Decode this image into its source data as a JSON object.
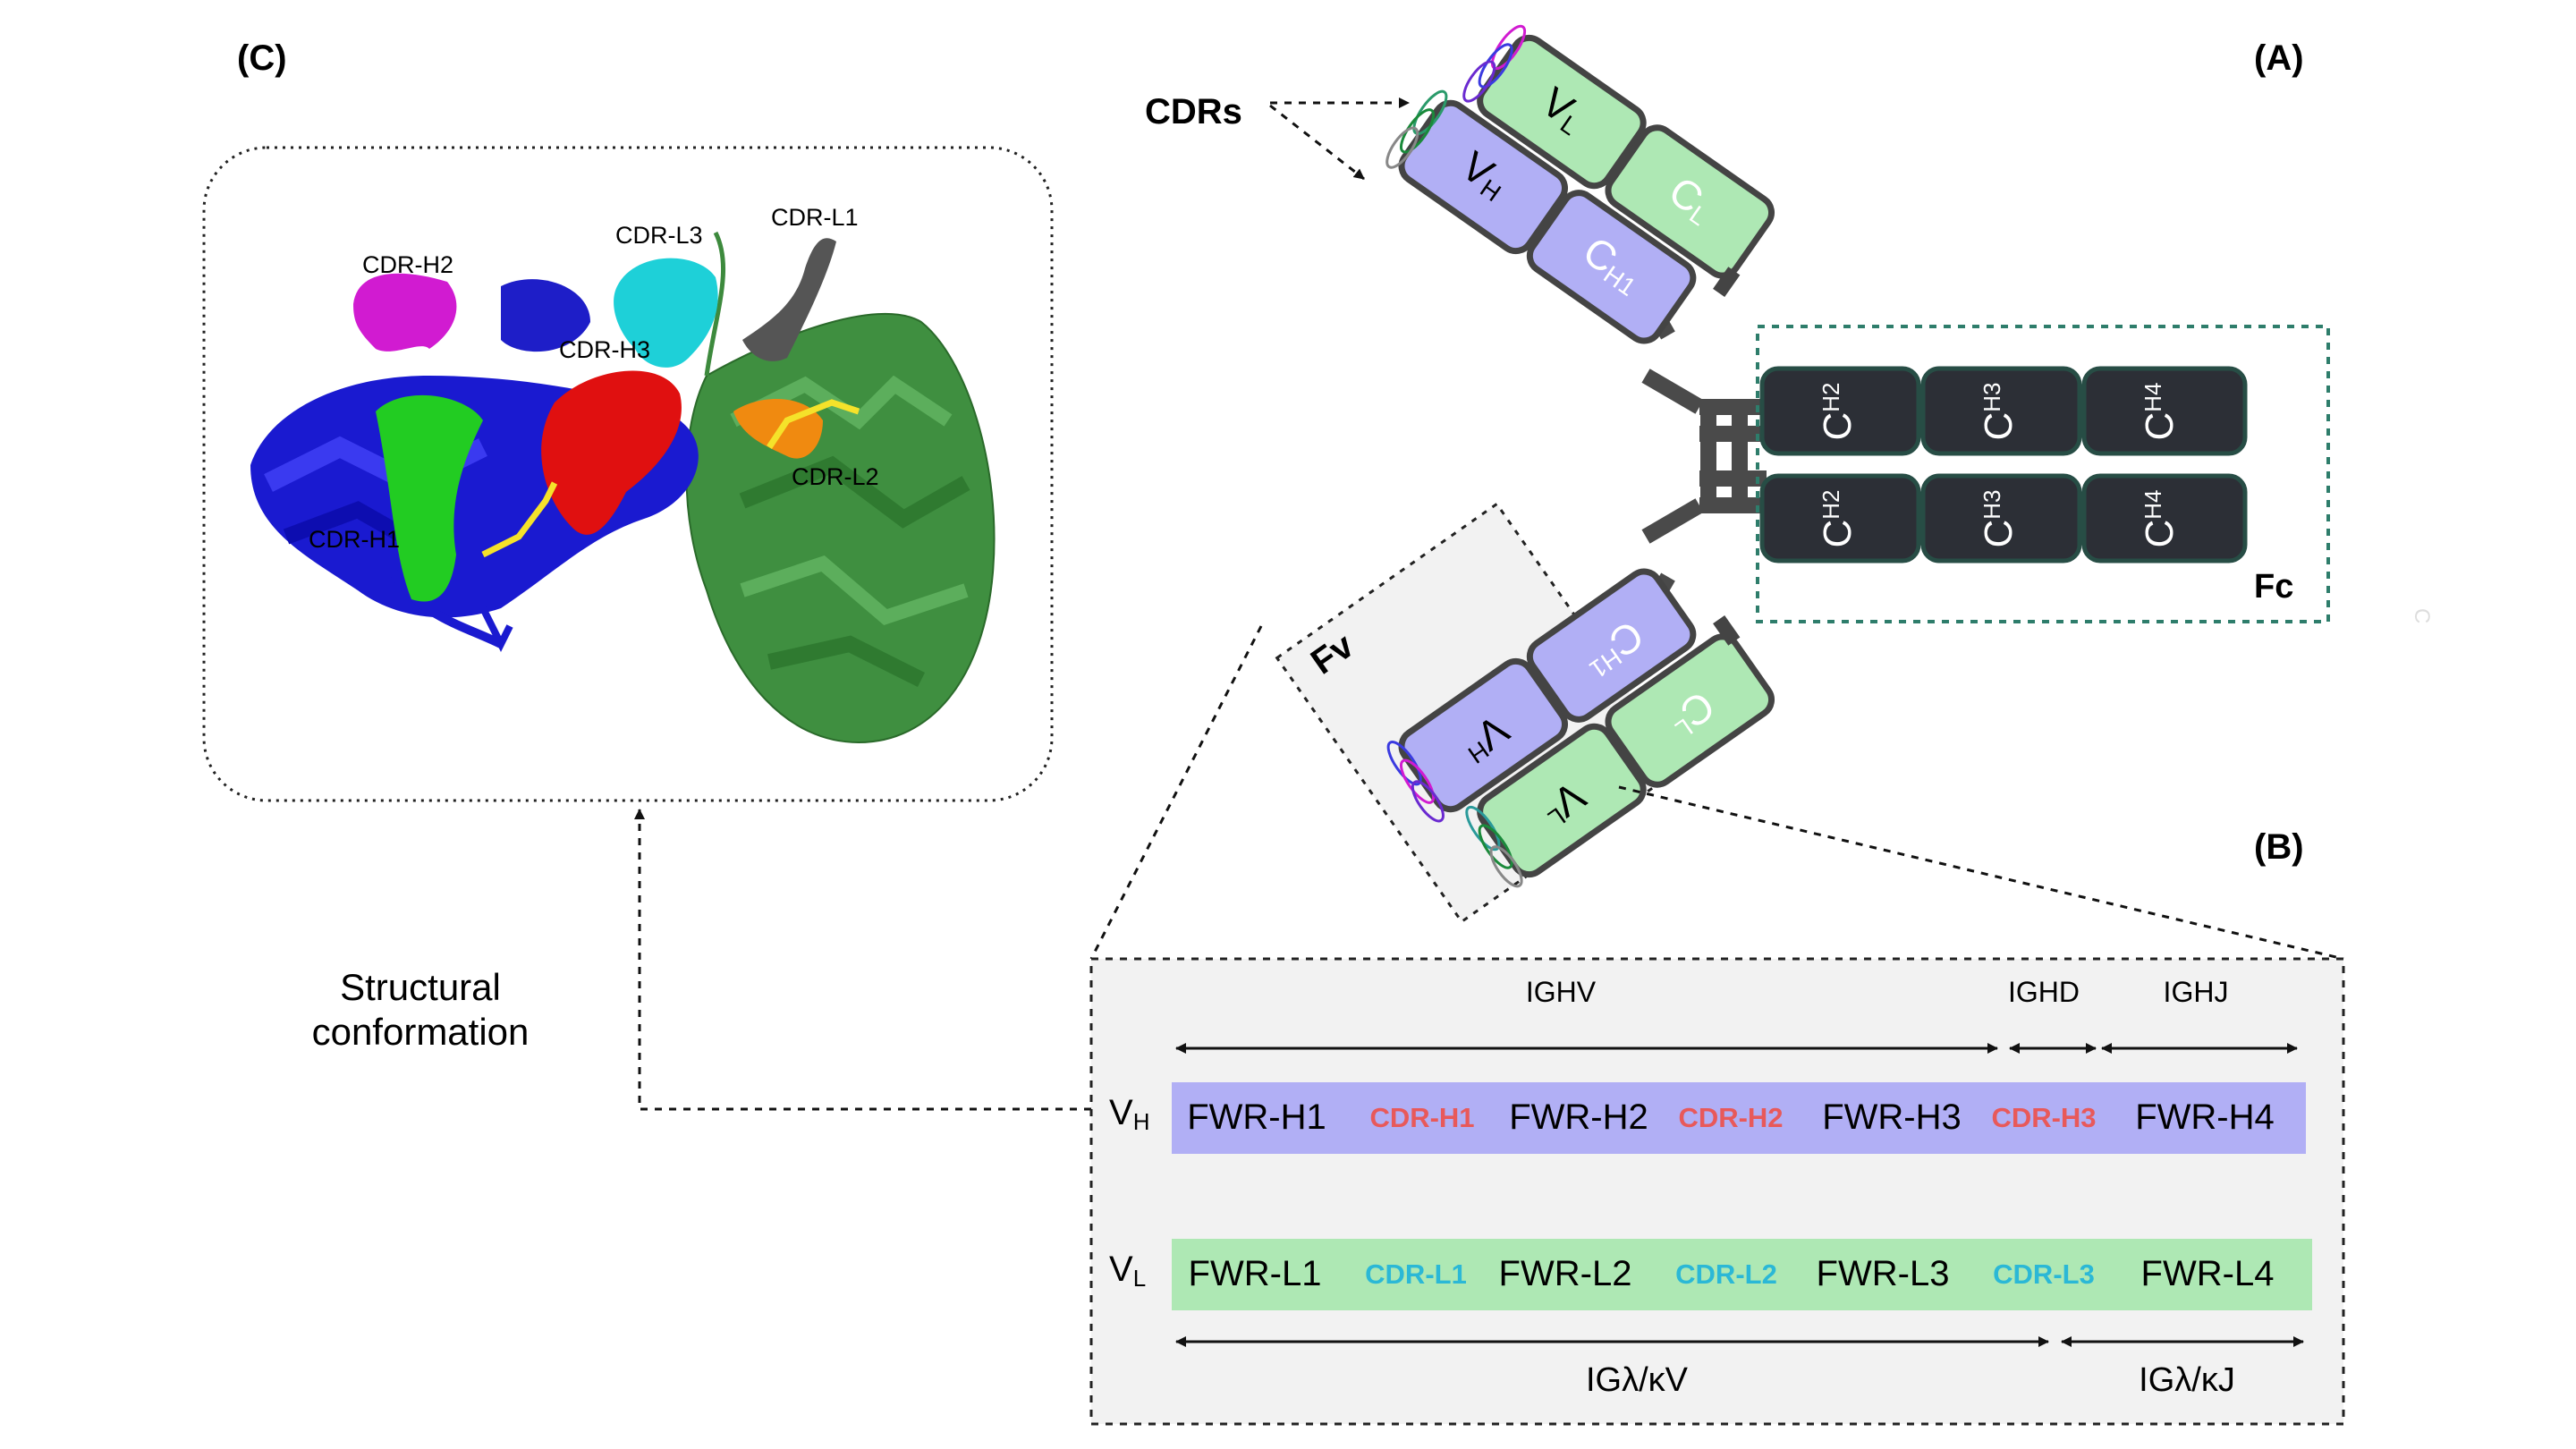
{
  "panels": {
    "c_label": "(C)",
    "a_label": "(A)",
    "b_label": "(B)"
  },
  "structure": {
    "labels": {
      "cdr_h2": "CDR-H2",
      "cdr_l3": "CDR-L3",
      "cdr_l1": "CDR-L1",
      "cdr_h3": "CDR-H3",
      "cdr_l2": "CDR-L2",
      "cdr_h1": "CDR-H1"
    },
    "caption_line1": "Structural",
    "caption_line2": "conformation"
  },
  "antibody": {
    "cdrs_label": "CDRs",
    "fv_label": "Fv",
    "fc_label": "Fc",
    "domains": {
      "vl_top": {
        "main": "V",
        "sub": "L"
      },
      "cl_top": {
        "main": "C",
        "sub": "L"
      },
      "vh_top": {
        "main": "V",
        "sub": "H"
      },
      "ch1_top": {
        "main": "C",
        "sub": "H1"
      },
      "vh_bot": {
        "main": "V",
        "sub": "H"
      },
      "ch1_bot": {
        "main": "C",
        "sub": "H1"
      },
      "vl_bot": {
        "main": "V",
        "sub": "L"
      },
      "cl_bot": {
        "main": "C",
        "sub": "L"
      },
      "ch2_top": {
        "main": "C",
        "sub": "H2"
      },
      "ch3_top": {
        "main": "C",
        "sub": "H3"
      },
      "ch4_top": {
        "main": "C",
        "sub": "H4"
      },
      "ch2_bot": {
        "main": "C",
        "sub": "H2"
      },
      "ch3_bot": {
        "main": "C",
        "sub": "H3"
      },
      "ch4_bot": {
        "main": "C",
        "sub": "H4"
      }
    },
    "stray_mark": "C"
  },
  "genes": {
    "heavy": {
      "row_label_main": "V",
      "row_label_sub": "H",
      "segments": [
        "FWR-H1",
        "CDR-H1",
        "FWR-H2",
        "CDR-H2",
        "FWR-H3",
        "CDR-H3",
        "FWR-H4"
      ],
      "gene_labels": [
        "IGHV",
        "IGHD",
        "IGHJ"
      ]
    },
    "light": {
      "row_label_main": "V",
      "row_label_sub": "L",
      "segments": [
        "FWR-L1",
        "CDR-L1",
        "FWR-L2",
        "CDR-L2",
        "FWR-L3",
        "CDR-L3",
        "FWR-L4"
      ],
      "gene_labels": [
        "IGλ/κV",
        "IGλ/κJ"
      ]
    }
  },
  "colors": {
    "heavy_domain": "#b1aff5",
    "light_domain": "#aee8b4",
    "fc_domain": "#2c2f36",
    "outline": "#444444",
    "heavy_cdr_text": "#e8595a",
    "light_cdr_text": "#2bb8d6",
    "gene_box_bg": "#f2f2f2",
    "fc_box_border": "#2e7d6b"
  }
}
